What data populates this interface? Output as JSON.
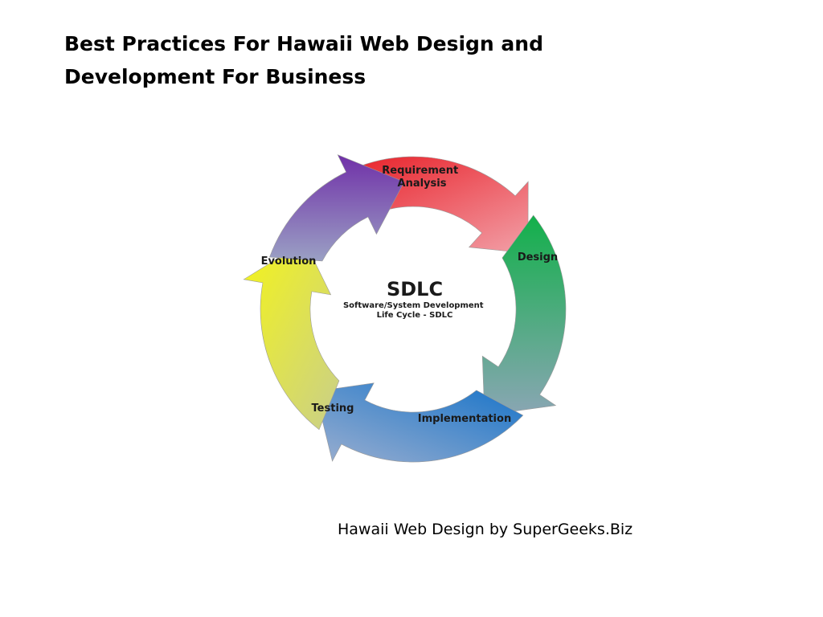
{
  "slide": {
    "title_line1": "Best Practices For Hawaii Web Design and",
    "title_line2": "Development For Business",
    "caption": "Hawaii Web Design by SuperGeeks.Biz"
  },
  "diagram": {
    "center": {
      "title": "SDLC",
      "subtitle_line1": "Software/System Development",
      "subtitle_line2": "Life Cycle - SDLC"
    },
    "stages": [
      {
        "id": "requirement",
        "label_line1": "Requirement",
        "label_line2": "Analysis",
        "color_start": "#e8141c",
        "color_end": "#f2a0a8"
      },
      {
        "id": "design",
        "label_line1": "Design",
        "label_line2": "",
        "color_start": "#12b04a",
        "color_end": "#8aa6b4"
      },
      {
        "id": "implementation",
        "label_line1": "Implementation",
        "label_line2": "",
        "color_start": "#1673c9",
        "color_end": "#9aaecf"
      },
      {
        "id": "testing",
        "label_line1": "Testing",
        "label_line2": "",
        "color_start": "#f4f41a",
        "color_end": "#c9cf8a"
      },
      {
        "id": "evolution",
        "label_line1": "Evolution",
        "label_line2": "",
        "color_start": "#7030a8",
        "color_end": "#9aa0c4"
      }
    ]
  }
}
